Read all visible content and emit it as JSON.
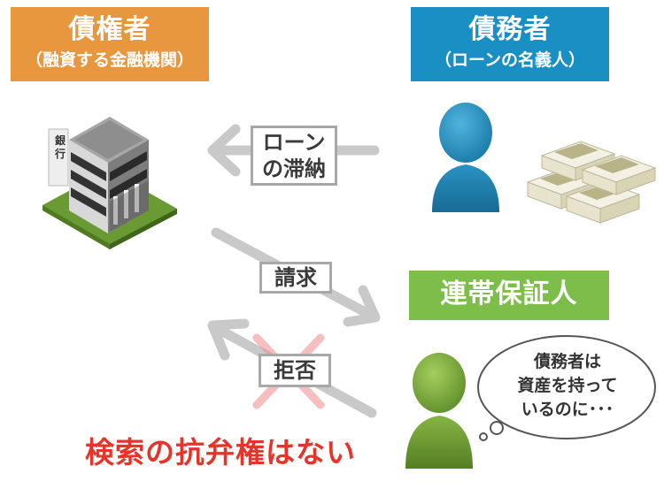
{
  "creditor": {
    "title": "債権者",
    "subtitle": "（融資する金融機関）",
    "color": "#E8973F"
  },
  "debtor": {
    "title": "債務者",
    "subtitle": "（ローンの名義人）",
    "color": "#1A8FC4"
  },
  "guarantor": {
    "title": "連帯保証人",
    "color": "#7DBE4B"
  },
  "arrows": {
    "loan_default": {
      "line1": "ローン",
      "line2": "の滞納"
    },
    "claim": "請求",
    "refuse": "拒否"
  },
  "bank": {
    "sign_char1": "銀",
    "sign_char2": "行"
  },
  "bubble": {
    "line1": "債務者は",
    "line2": "資産を持って",
    "line3": "いるのに･･･"
  },
  "conclusion": "検索の抗弁権はない",
  "icons": [
    "bank-building-icon",
    "debtor-person-icon",
    "money-stack-icon",
    "guarantor-person-icon",
    "cross-mark-icon"
  ]
}
